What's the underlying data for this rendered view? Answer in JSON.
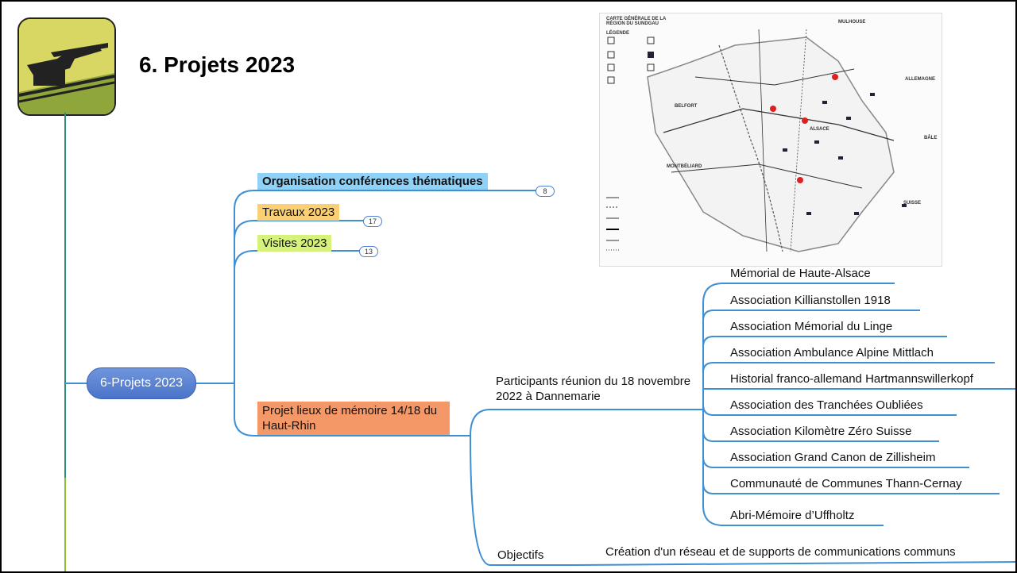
{
  "page_title": "6. Projets 2023",
  "root": {
    "label": "6-Projets 2023"
  },
  "branches": [
    {
      "label": "Organisation conférences thématiques",
      "badge": "8"
    },
    {
      "label": "Travaux 2023",
      "badge": "17"
    },
    {
      "label": "Visites 2023",
      "badge": "13"
    },
    {
      "label": "Projet lieux de mémoire 14/18 du Haut-Rhin"
    }
  ],
  "participants": {
    "label": "Participants réunion du 18 novembre 2022 à Dannemarie",
    "items": [
      "Mémorial de Haute-Alsace",
      "Association Killianstollen 1918",
      "Association Mémorial du Linge",
      "Association Ambulance Alpine Mittlach",
      "Historial franco-allemand Hartmannswillerkopf",
      "Association des Tranchées Oubliées",
      "Association Kilomètre Zéro Suisse",
      "Association Grand Canon de Zillisheim",
      "Communauté de Communes Thann-Cernay",
      "Abri-Mémoire d’Uffholtz"
    ]
  },
  "objectifs": {
    "label": "Objectifs",
    "text": "Création d'un réseau et de supports de communications communs"
  },
  "map": {
    "title": "CARTE GÉNÉRALE DE LA RÉGION DU SUNDGAU",
    "legend_heading": "LÉGENDE",
    "places": [
      "MULHOUSE",
      "ALLEMAGNE",
      "BELFORT",
      "ALSACE",
      "BÂLE",
      "MONTBÉLIARD",
      "SUISSE"
    ]
  },
  "colors": {
    "edge": "#3f8fd4",
    "root_fill": "#5a82d2",
    "orange": "#fbcf73",
    "green": "#d5f27a",
    "blue": "#8fd1f7",
    "red": "#f59868"
  }
}
